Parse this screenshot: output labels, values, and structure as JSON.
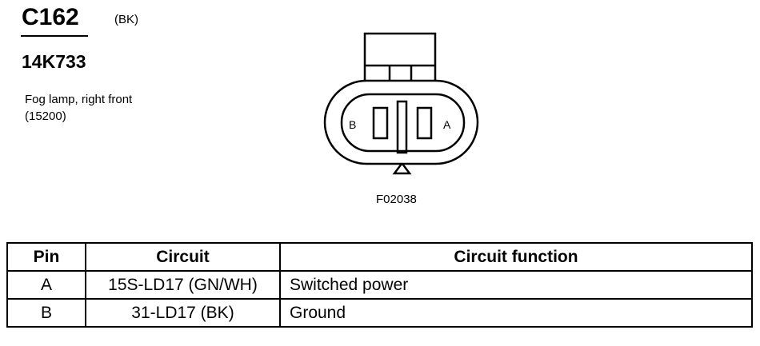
{
  "connector": {
    "id": "C162",
    "color": "(BK)",
    "part_number": "14K733",
    "description_line1": "Fog lamp, right front",
    "description_line2": "(15200)"
  },
  "diagram": {
    "pin_left_label": "B",
    "pin_right_label": "A",
    "figure_code": "F02038"
  },
  "table": {
    "headers": {
      "pin": "Pin",
      "circuit": "Circuit",
      "function": "Circuit function"
    },
    "rows": [
      {
        "pin": "A",
        "circuit": "15S-LD17 (GN/WH)",
        "function": "Switched power"
      },
      {
        "pin": "B",
        "circuit": "31-LD17 (BK)",
        "function": "Ground"
      }
    ]
  }
}
